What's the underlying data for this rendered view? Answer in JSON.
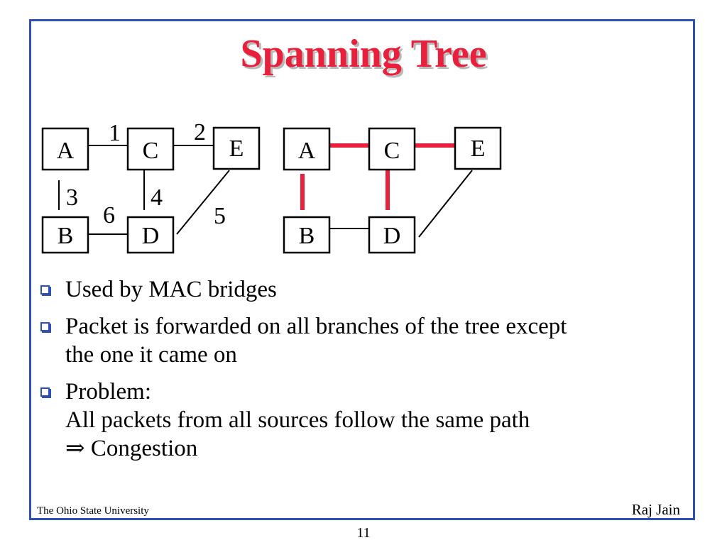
{
  "title": "Spanning Tree",
  "left_graph": {
    "nodes": [
      {
        "id": "A",
        "label": "A"
      },
      {
        "id": "C",
        "label": "C"
      },
      {
        "id": "E",
        "label": "E"
      },
      {
        "id": "B",
        "label": "B"
      },
      {
        "id": "D",
        "label": "D"
      }
    ],
    "links": [
      {
        "from": "A",
        "to": "C",
        "label": "1"
      },
      {
        "from": "C",
        "to": "E",
        "label": "2"
      },
      {
        "from": "A",
        "to": "B",
        "label": "3"
      },
      {
        "from": "C",
        "to": "D",
        "label": "4"
      },
      {
        "from": "E",
        "to": "D",
        "label": "5"
      },
      {
        "from": "B",
        "to": "D",
        "label": "6"
      }
    ]
  },
  "right_graph": {
    "nodes": [
      {
        "id": "A",
        "label": "A"
      },
      {
        "id": "C",
        "label": "C"
      },
      {
        "id": "E",
        "label": "E"
      },
      {
        "id": "B",
        "label": "B"
      },
      {
        "id": "D",
        "label": "D"
      }
    ],
    "links": [
      {
        "from": "A",
        "to": "C",
        "in_tree": true
      },
      {
        "from": "C",
        "to": "E",
        "in_tree": true
      },
      {
        "from": "A",
        "to": "B",
        "in_tree": true
      },
      {
        "from": "C",
        "to": "D",
        "in_tree": true
      },
      {
        "from": "B",
        "to": "D",
        "in_tree": false
      },
      {
        "from": "E",
        "to": "D",
        "in_tree": false
      }
    ],
    "tree_color": "#e8203c"
  },
  "bullets": [
    {
      "lines": [
        "Used by MAC bridges"
      ]
    },
    {
      "lines": [
        "Packet is forwarded on all branches of the tree except",
        "the one it came on"
      ]
    },
    {
      "lines": [
        "Problem:",
        "All packets from all sources follow the same path",
        "⇒ Congestion"
      ]
    }
  ],
  "footer": {
    "left": "The Ohio State University",
    "right": "Raj Jain",
    "page": "11"
  }
}
